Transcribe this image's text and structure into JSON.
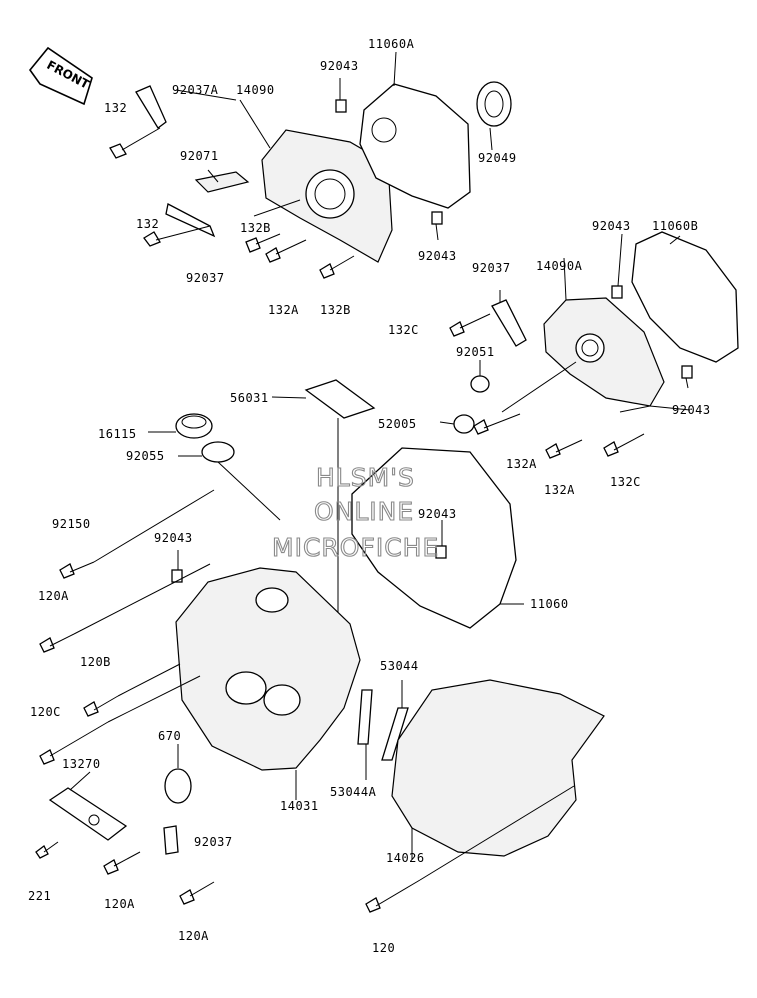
{
  "front_label": "FRONT",
  "watermark": [
    "HLSM'S",
    "ONLINE",
    "MICROFICHE"
  ],
  "labels": {
    "l11060A": "11060A",
    "l92043_top": "92043",
    "l92037A": "92037A",
    "l14090": "14090",
    "l132_top": "132",
    "l92049": "92049",
    "l92071": "92071",
    "l132_mid": "132",
    "l132B_a": "132B",
    "l92037_left": "92037",
    "l132A_top": "132A",
    "l132B_b": "132B",
    "l92043_mid": "92043",
    "l11060B": "11060B",
    "l92043_r1": "92043",
    "l92037_r": "92037",
    "l14090A": "14090A",
    "l132C_a": "132C",
    "l92051": "92051",
    "l56031": "56031",
    "l52005": "52005",
    "l92043_r2": "92043",
    "l16115": "16115",
    "l92055": "92055",
    "l132A_r1": "132A",
    "l132A_r2": "132A",
    "l132C_b": "132C",
    "l92150": "92150",
    "l92043_c": "92043",
    "l92043_g": "92043",
    "l120A_a": "120A",
    "l11060": "11060",
    "l120B": "120B",
    "l53044": "53044",
    "l120C": "120C",
    "l670": "670",
    "l13270": "13270",
    "l14031": "14031",
    "l53044A": "53044A",
    "l92037_b": "92037",
    "l14026": "14026",
    "l221": "221",
    "l120A_b": "120A",
    "l120A_c": "120A",
    "l120": "120"
  }
}
